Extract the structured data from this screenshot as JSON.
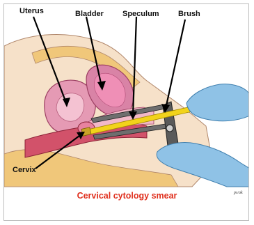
{
  "labels": {
    "uterus": "Uterus",
    "bladder": "Bladder",
    "speculum": "Speculum",
    "brush": "Brush",
    "cervix": "Cervix"
  },
  "caption": "Cervical cytology smear",
  "signature": "ps/ak",
  "colors": {
    "caption": "#e0301e",
    "glove": "#8fc2e6",
    "tissue_pink": "#e59ab4",
    "fat_yellow": "#f0c77a",
    "rectum_red": "#d2526a",
    "brush": "#f2d31b"
  }
}
